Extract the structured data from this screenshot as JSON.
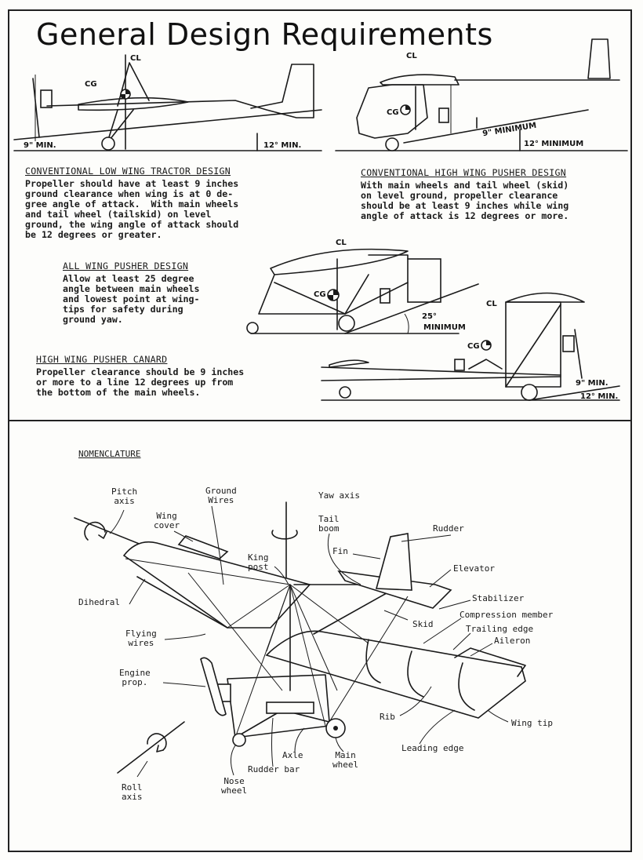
{
  "title": "General Design Requirements",
  "designs": {
    "low_wing_tractor": {
      "heading": "CONVENTIONAL LOW WING TRACTOR DESIGN",
      "body": "Propeller should have at least 9 inches\nground clearance when wing is at 0 de-\ngree angle of attack.  With main wheels\nand tail wheel (tailskid) on level\nground, the wing angle of attack should\nbe 12 degrees or greater."
    },
    "high_wing_pusher": {
      "heading": "CONVENTIONAL HIGH WING PUSHER DESIGN",
      "body": "With main wheels and tail wheel (skid)\non level ground, propeller clearance\nshould be at least 9 inches while wing\nangle of attack is 12 degrees or more."
    },
    "all_wing_pusher": {
      "heading": "ALL WING PUSHER DESIGN",
      "body": "Allow at least 25 degree\nangle between main wheels\nand lowest point at wing-\ntips for safety during\nground yaw."
    },
    "high_wing_pusher_canard": {
      "heading": "HIGH WING PUSHER CANARD",
      "body": "Propeller clearance should be 9 inches\nor more to a line 12 degrees up from\nthe bottom of the main wheels."
    }
  },
  "figure_labels": {
    "cl": "CL",
    "cg": "CG",
    "nine_min": "9\" MIN.",
    "twelve_min": "12° MIN.",
    "nine_minimum": "9\" MINIMUM",
    "twelve_minimum": "12° MINIMUM",
    "twenty_five": "25°",
    "minimum": "MINIMUM",
    "nine_min_b": "9\" MIN.",
    "twelve_min_b": "12° MIN."
  },
  "nomenclature": {
    "heading": "NOMENCLATURE",
    "labels": {
      "pitch_axis": "Pitch\naxis",
      "ground_wires": "Ground\nWires",
      "yaw_axis": "Yaw axis",
      "wing_cover": "Wing\ncover",
      "tail_boom": "Tail\nboom",
      "rudder": "Rudder",
      "king_post": "King\npost",
      "fin": "Fin",
      "elevator": "Elevator",
      "dihedral": "Dihedral",
      "stabilizer": "Stabilizer",
      "compression_member": "Compression member",
      "skid": "Skid",
      "trailing_edge": "Trailing edge",
      "aileron": "Aileron",
      "flying_wires": "Flying\nwires",
      "engine_prop": "Engine\nprop.",
      "rib": "Rib",
      "wing_tip": "Wing tip",
      "leading_edge": "Leading edge",
      "axle": "Axle",
      "main_wheel": "Main\nwheel",
      "rudder_bar": "Rudder bar",
      "nose_wheel": "Nose\nwheel",
      "roll_axis": "Roll\naxis"
    }
  }
}
